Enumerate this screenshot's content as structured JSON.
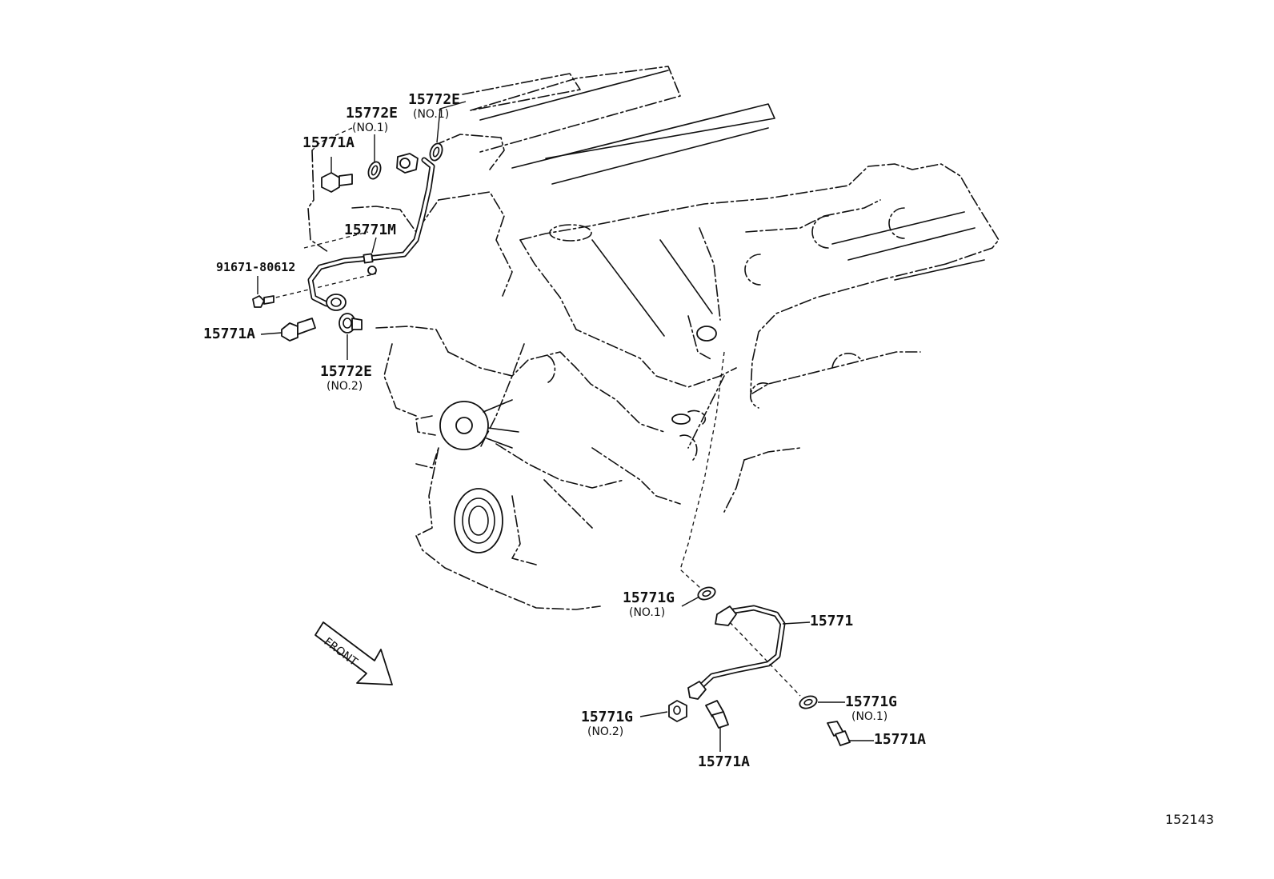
{
  "labels": {
    "p15772e_top": "15772E",
    "p15772e_top_sub": "(NO.1)",
    "p15772e_mid": "15772E",
    "p15772e_mid_sub": "(NO.1)",
    "p15771a_top": "15771A",
    "p15771m": "15771M",
    "p91671": "91671-80612",
    "p15771a_left": "15771A",
    "p15772e_low": "15772E",
    "p15772e_low_sub": "(NO.2)",
    "p15771g_a": "15771G",
    "p15771g_a_sub": "(NO.1)",
    "p15771": "15771",
    "p15771g_b": "15771G",
    "p15771g_b_sub": "(NO.1)",
    "p15771g_c": "15771G",
    "p15771g_c_sub": "(NO.2)",
    "p15771a_mid": "15771A",
    "p15771a_right": "15771A",
    "front": "FRONT",
    "figure_number": "152143"
  }
}
